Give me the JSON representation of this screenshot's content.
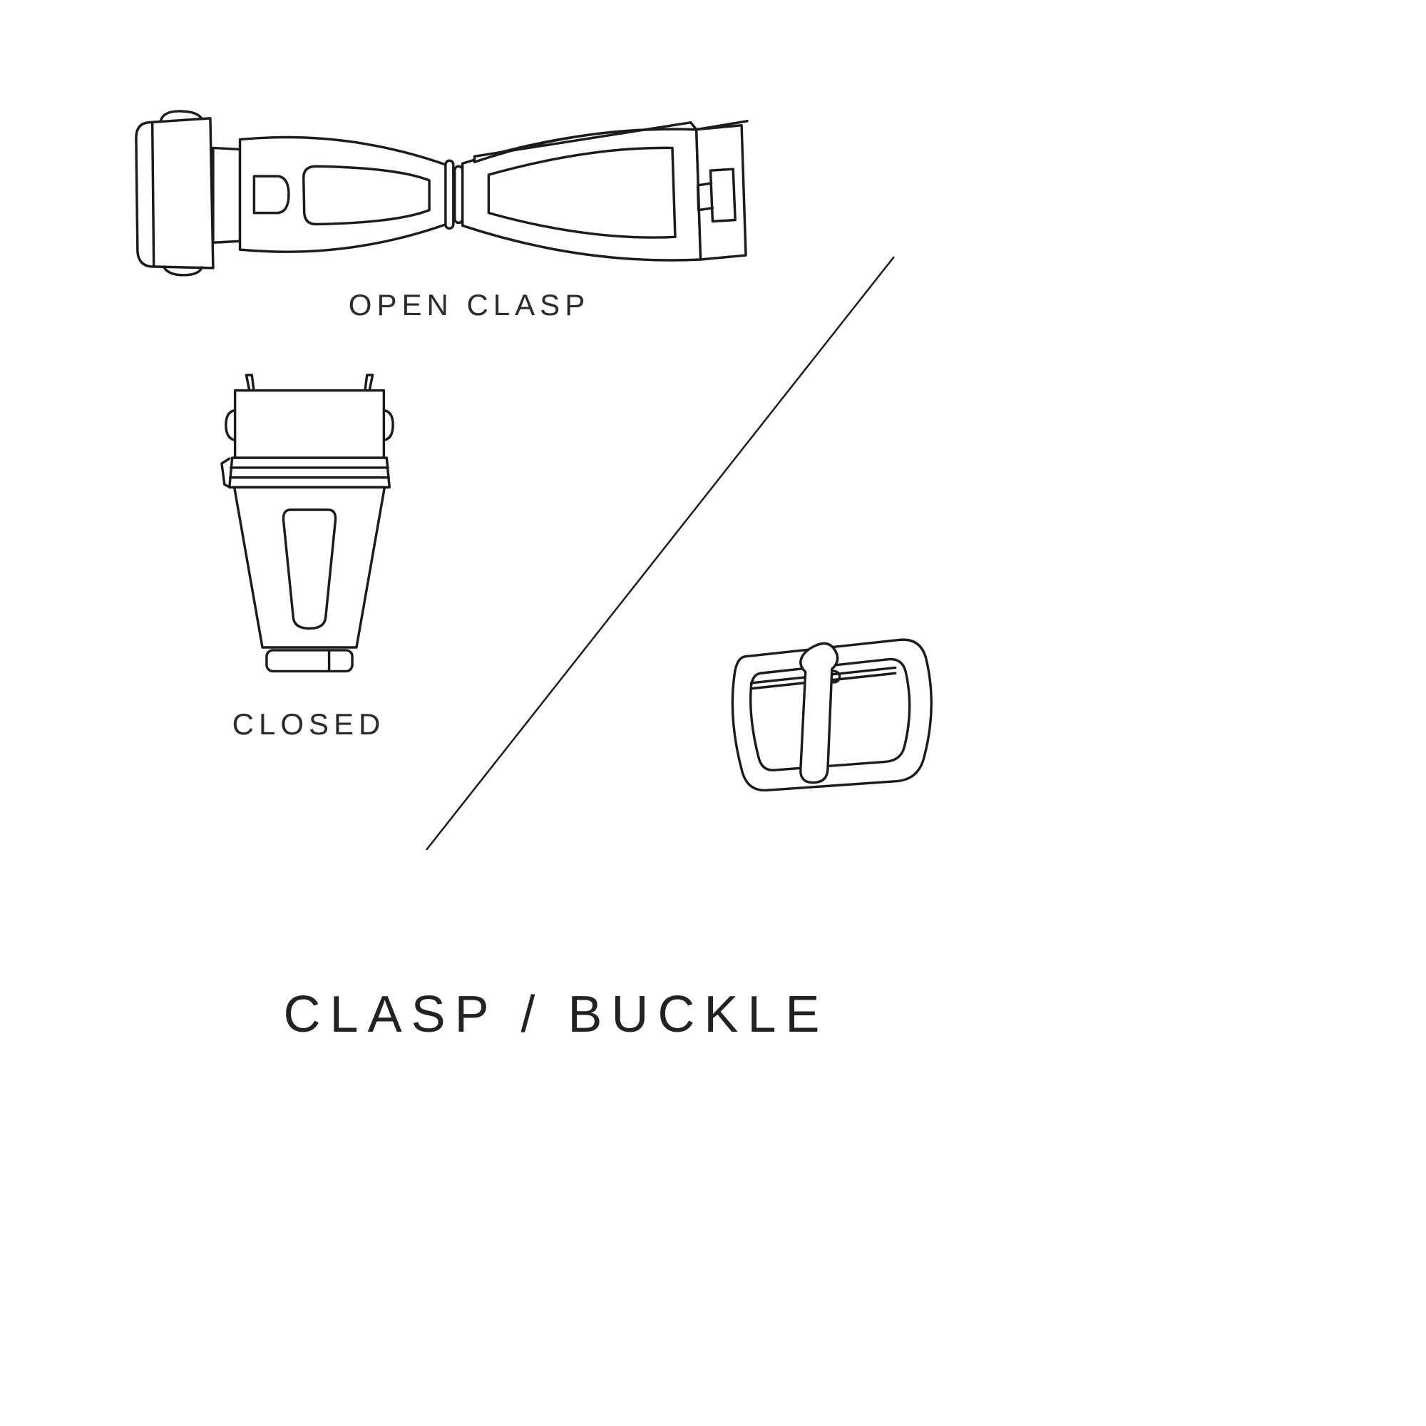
{
  "page": {
    "title": "CLASP / BUCKLE",
    "background_color": "#ffffff",
    "line_color": "#1c1c1c",
    "text_color": "#2b2b2b"
  },
  "figures": {
    "open_clasp": {
      "label": "OPEN CLASP"
    },
    "closed_clasp": {
      "label": "CLOSED"
    },
    "tang_buckle": {
      "label": ""
    }
  }
}
